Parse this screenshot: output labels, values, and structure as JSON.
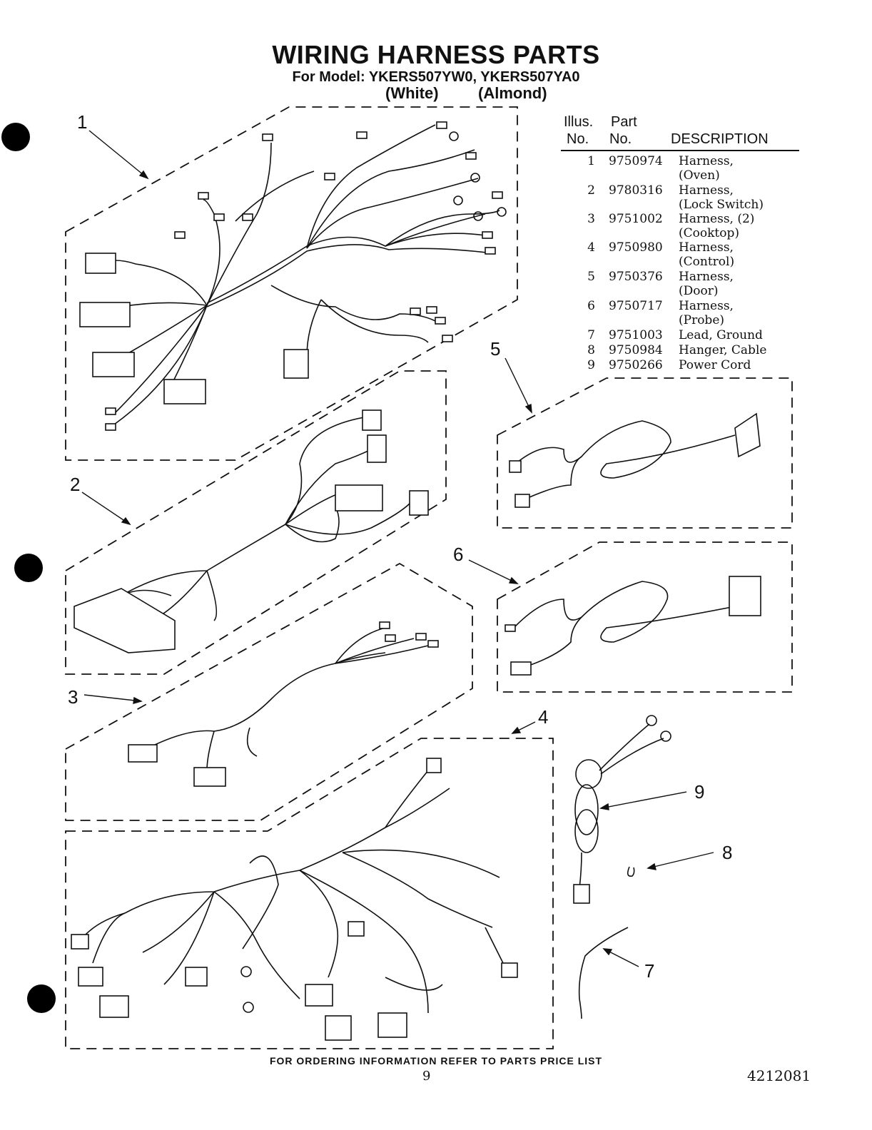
{
  "header": {
    "title": "WIRING HARNESS PARTS",
    "subtitle": "For Model: YKERS507YW0, YKERS507YA0",
    "color_white": "(White)",
    "color_almond": "(Almond)"
  },
  "parts_table": {
    "col_illus_line1": "Illus.",
    "col_illus_line2": "No.",
    "col_part_line1": "Part",
    "col_part_line2": "No.",
    "col_description": "DESCRIPTION",
    "rows": [
      {
        "illus": "1",
        "part": "9750974",
        "desc1": "Harness,",
        "desc2": "(Oven)"
      },
      {
        "illus": "2",
        "part": "9780316",
        "desc1": "Harness,",
        "desc2": "(Lock Switch)"
      },
      {
        "illus": "3",
        "part": "9751002",
        "desc1": "Harness, (2)",
        "desc2": "(Cooktop)"
      },
      {
        "illus": "4",
        "part": "9750980",
        "desc1": "Harness,",
        "desc2": "(Control)"
      },
      {
        "illus": "5",
        "part": "9750376",
        "desc1": "Harness,",
        "desc2": "(Door)"
      },
      {
        "illus": "6",
        "part": "9750717",
        "desc1": "Harness,",
        "desc2": "(Probe)"
      },
      {
        "illus": "7",
        "part": "9751003",
        "desc1": "Lead, Ground"
      },
      {
        "illus": "8",
        "part": "9750984",
        "desc1": "Hanger, Cable"
      },
      {
        "illus": "9",
        "part": "9750266",
        "desc1": "Power Cord"
      }
    ]
  },
  "callouts": {
    "c1": "1",
    "c2": "2",
    "c3": "3",
    "c4": "4",
    "c5": "5",
    "c6": "6",
    "c7": "7",
    "c8": "8",
    "c9": "9"
  },
  "footer": {
    "ordering_info": "FOR ORDERING INFORMATION REFER TO PARTS PRICE LIST",
    "page_number": "9",
    "document_number": "4212081"
  },
  "icons": [
    "punch-hole-icon",
    "connector-icon",
    "ring-terminal-icon",
    "spade-terminal-icon"
  ]
}
